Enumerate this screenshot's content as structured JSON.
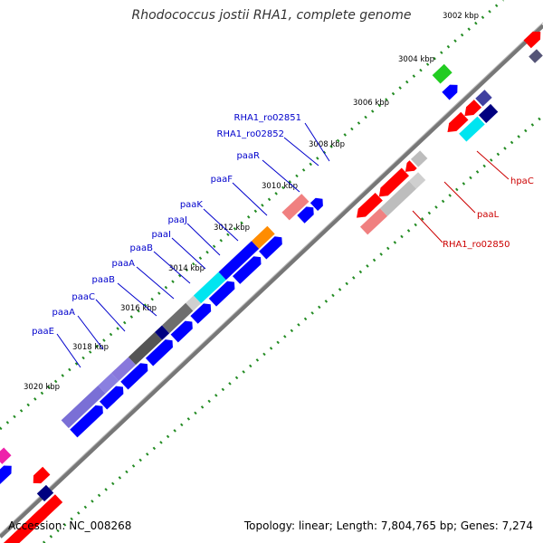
{
  "title": "Rhodococcus jostii RHA1, complete genome",
  "footer": {
    "accession": "Accession: NC_008268",
    "summary": "Topology: linear; Length: 7,804,765 bp; Genes: 7,274"
  },
  "ticks": [
    "3002 kbp",
    "3004 kbp",
    "3006 kbp",
    "3008 kbp",
    "3010 kbp",
    "3012 kbp",
    "3014 kbp",
    "3016 kbp",
    "3018 kbp",
    "3020 kbp"
  ],
  "upper_labels": [
    "RHA1_ro02851",
    "RHA1_ro02852",
    "paaR",
    "paaF",
    "paaK",
    "paaJ",
    "paaI",
    "paaB",
    "paaA",
    "paaB",
    "paaC",
    "paaA",
    "paaE"
  ],
  "lower_labels": [
    "hpaC",
    "paaL",
    "RHA1_ro02850"
  ],
  "colors": {
    "label_blue": "#0000cc",
    "label_red": "#cc0000",
    "backbone": "#777777",
    "tick_green": "#228b22"
  }
}
